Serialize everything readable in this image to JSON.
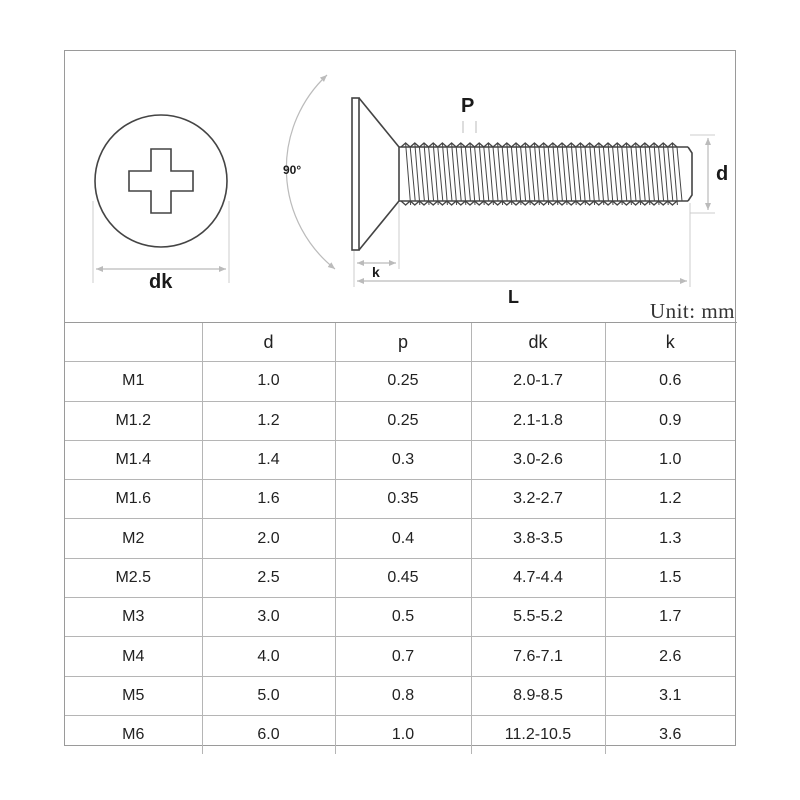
{
  "diagram": {
    "label_p": "P",
    "label_d": "d",
    "label_dk": "dk",
    "label_k": "k",
    "label_l": "L",
    "label_angle": "90°",
    "unit": "Unit: mm"
  },
  "table": {
    "headers": [
      "",
      "d",
      "p",
      "dk",
      "k"
    ],
    "rows": [
      [
        "M1",
        "1.0",
        "0.25",
        "2.0-1.7",
        "0.6"
      ],
      [
        "M1.2",
        "1.2",
        "0.25",
        "2.1-1.8",
        "0.9"
      ],
      [
        "M1.4",
        "1.4",
        "0.3",
        "3.0-2.6",
        "1.0"
      ],
      [
        "M1.6",
        "1.6",
        "0.35",
        "3.2-2.7",
        "1.2"
      ],
      [
        "M2",
        "2.0",
        "0.4",
        "3.8-3.5",
        "1.3"
      ],
      [
        "M2.5",
        "2.5",
        "0.45",
        "4.7-4.4",
        "1.5"
      ],
      [
        "M3",
        "3.0",
        "0.5",
        "5.5-5.2",
        "1.7"
      ],
      [
        "M4",
        "4.0",
        "0.7",
        "7.6-7.1",
        "2.6"
      ],
      [
        "M5",
        "5.0",
        "0.8",
        "8.9-8.5",
        "3.1"
      ],
      [
        "M6",
        "6.0",
        "1.0",
        "11.2-10.5",
        "3.6"
      ]
    ]
  }
}
